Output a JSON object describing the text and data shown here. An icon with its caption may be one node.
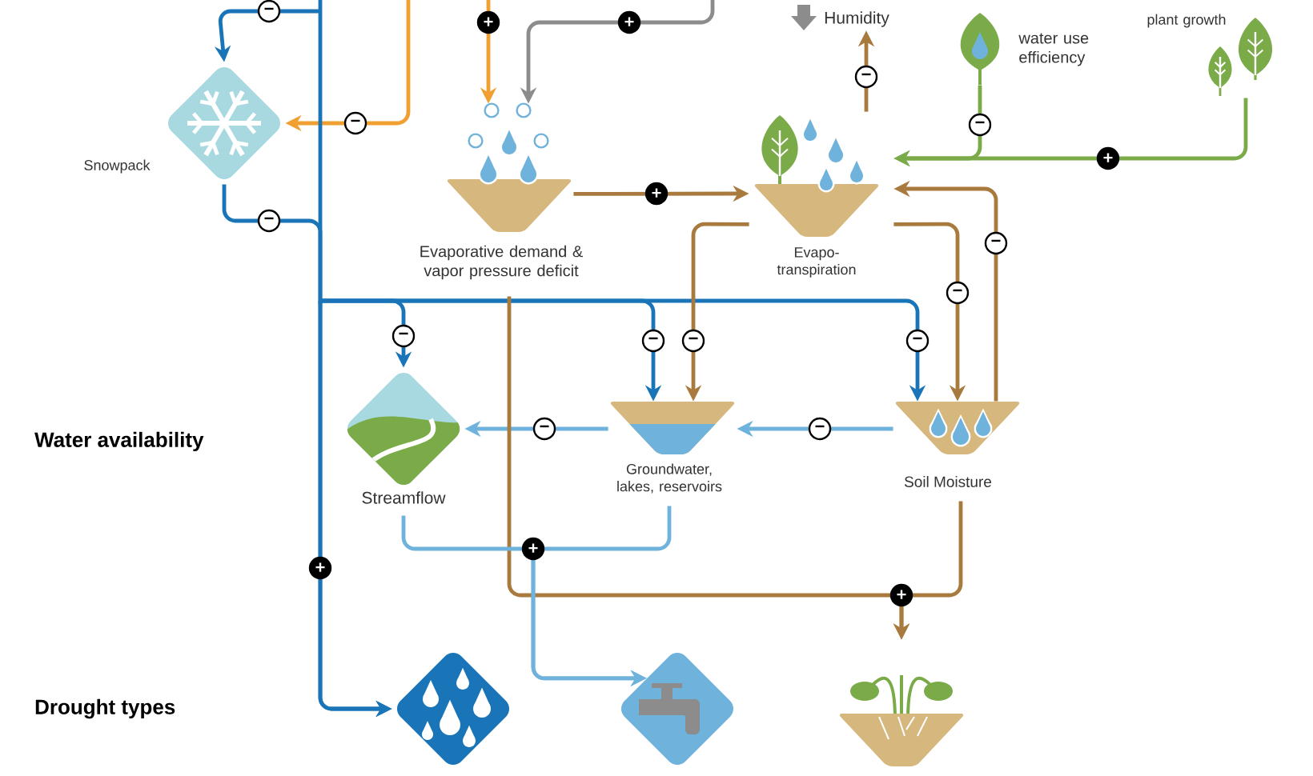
{
  "diagram": {
    "nodes": [
      {
        "text": [
          "Humidity"
        ]
      },
      {
        "text": [
          "water use efficiency"
        ]
      },
      {
        "text": [
          "plant growth"
        ]
      },
      {
        "text": [
          "Snowpack"
        ]
      },
      {
        "text": [
          "Evaporative demand & vapor pressure deficit"
        ]
      },
      {
        "text": [
          "Evapo- transpiration"
        ]
      },
      {
        "text": [
          "Streamflow"
        ]
      },
      {
        "text": [
          "Groundwater, lakes, reservoirs"
        ]
      },
      {
        "text": [
          "Soil Moisture"
        ]
      },
      {
        "text": [],
        "shape": "picture"
      },
      {
        "text": [],
        "shape": "picture"
      },
      {
        "text": [],
        "shape": "picture"
      }
    ],
    "edges": [
      {
        "from": null,
        "to": 3,
        "arrow": "to",
        "label": "−",
        "color": "#1a75b8"
      },
      {
        "from": null,
        "to": 3,
        "arrow": "to",
        "label": "−",
        "color": "#f0a030"
      },
      {
        "from": null,
        "to": 4,
        "arrow": "to",
        "label": "+",
        "color": "#f0a030"
      },
      {
        "from": null,
        "to": 4,
        "arrow": "to",
        "label": "+",
        "color": "#8c8c8c"
      },
      {
        "from": 4,
        "to": 5,
        "arrow": "to",
        "label": "+"
      },
      {
        "from": 5,
        "to": 0,
        "arrow": "to",
        "label": "−"
      },
      {
        "from": 1,
        "to": 5,
        "arrow": "to",
        "label": "−",
        "color": "#7aab48"
      },
      {
        "from": 2,
        "to": 5,
        "arrow": "to",
        "label": "+",
        "color": "#7aab48"
      },
      {
        "from": 3,
        "to": 9,
        "arrow": "to",
        "label": "−",
        "color": "#1a75b8"
      },
      {
        "from": null,
        "to": 9,
        "arrow": "to",
        "label": "+",
        "color": "#1a75b8"
      },
      {
        "from": 3,
        "to": 6,
        "arrow": "to",
        "label": "−",
        "color": "#1a75b8"
      },
      {
        "from": 3,
        "to": 7,
        "arrow": "to",
        "label": "−",
        "color": "#1a75b8"
      },
      {
        "from": 3,
        "to": 8,
        "arrow": "to",
        "label": "−",
        "color": "#1a75b8"
      },
      {
        "from": 5,
        "to": 7,
        "arrow": "to",
        "label": "−"
      },
      {
        "from": 5,
        "to": 8,
        "arrow": "to",
        "label": "−"
      },
      {
        "from": 8,
        "to": 5,
        "arrow": "to",
        "label": "−"
      },
      {
        "from": 8,
        "to": 7,
        "arrow": "to",
        "label": "−",
        "color": "#6fb3dc"
      },
      {
        "from": 7,
        "to": 6,
        "arrow": "to",
        "label": "−",
        "color": "#6fb3dc"
      },
      {
        "from": 4,
        "to": 11,
        "arrow": "to",
        "label": "+"
      },
      {
        "from": 8,
        "to": 11,
        "arrow": "to"
      },
      {
        "from": 6,
        "to": 10,
        "arrow": "to",
        "label": "+",
        "color": "#6fb3dc"
      },
      {
        "from": 7,
        "to": 10,
        "arrow": "to",
        "color": "#6fb3dc"
      }
    ],
    "labels": [
      "Water availability",
      "Drought types"
    ]
  }
}
